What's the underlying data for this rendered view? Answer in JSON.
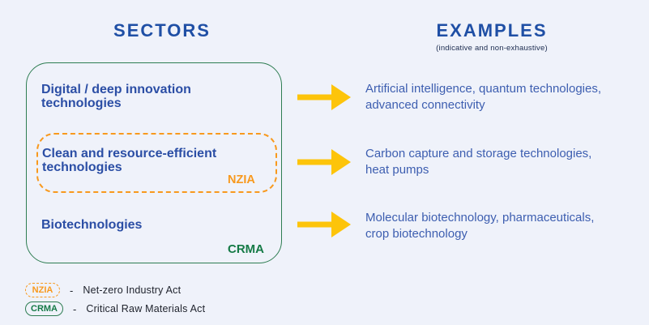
{
  "headings": {
    "sectors": "SECTORS",
    "examples": "EXAMPLES",
    "examples_note": "(indicative and non-exhaustive)"
  },
  "sectors_box": {
    "tag": "CRMA",
    "dashed_box_tag": "NZIA",
    "items": [
      {
        "id": "digital",
        "lines": [
          "Digital / deep innovation",
          "technologies"
        ]
      },
      {
        "id": "clean",
        "lines": [
          "Clean and resource-efficient",
          "technologies"
        ]
      },
      {
        "id": "bio",
        "lines": [
          "Biotechnologies"
        ]
      }
    ]
  },
  "examples": [
    {
      "lines": [
        "Artificial intelligence, quantum technologies,",
        "advanced connectivity"
      ]
    },
    {
      "lines": [
        "Carbon capture and storage technologies,",
        "heat pumps"
      ]
    },
    {
      "lines": [
        "Molecular biotechnology, pharmaceuticals,",
        "crop biotechnology"
      ]
    }
  ],
  "legend": [
    {
      "tag": "NZIA",
      "separator": "-",
      "label": "Net-zero Industry Act"
    },
    {
      "tag": "CRMA",
      "separator": "-",
      "label": "Critical Raw Materials Act"
    }
  ],
  "icons": {
    "arrow": "right-arrow"
  },
  "colors": {
    "background": "#eff2fa",
    "heading_blue": "#1f4fa5",
    "label_blue": "#2b4ea5",
    "example_blue": "#3d5eb0",
    "green": "#2e7d52",
    "green_text": "#157a46",
    "orange": "#f8991d",
    "arrow_yellow": "#fdc40a",
    "legend_text": "#20242e"
  }
}
